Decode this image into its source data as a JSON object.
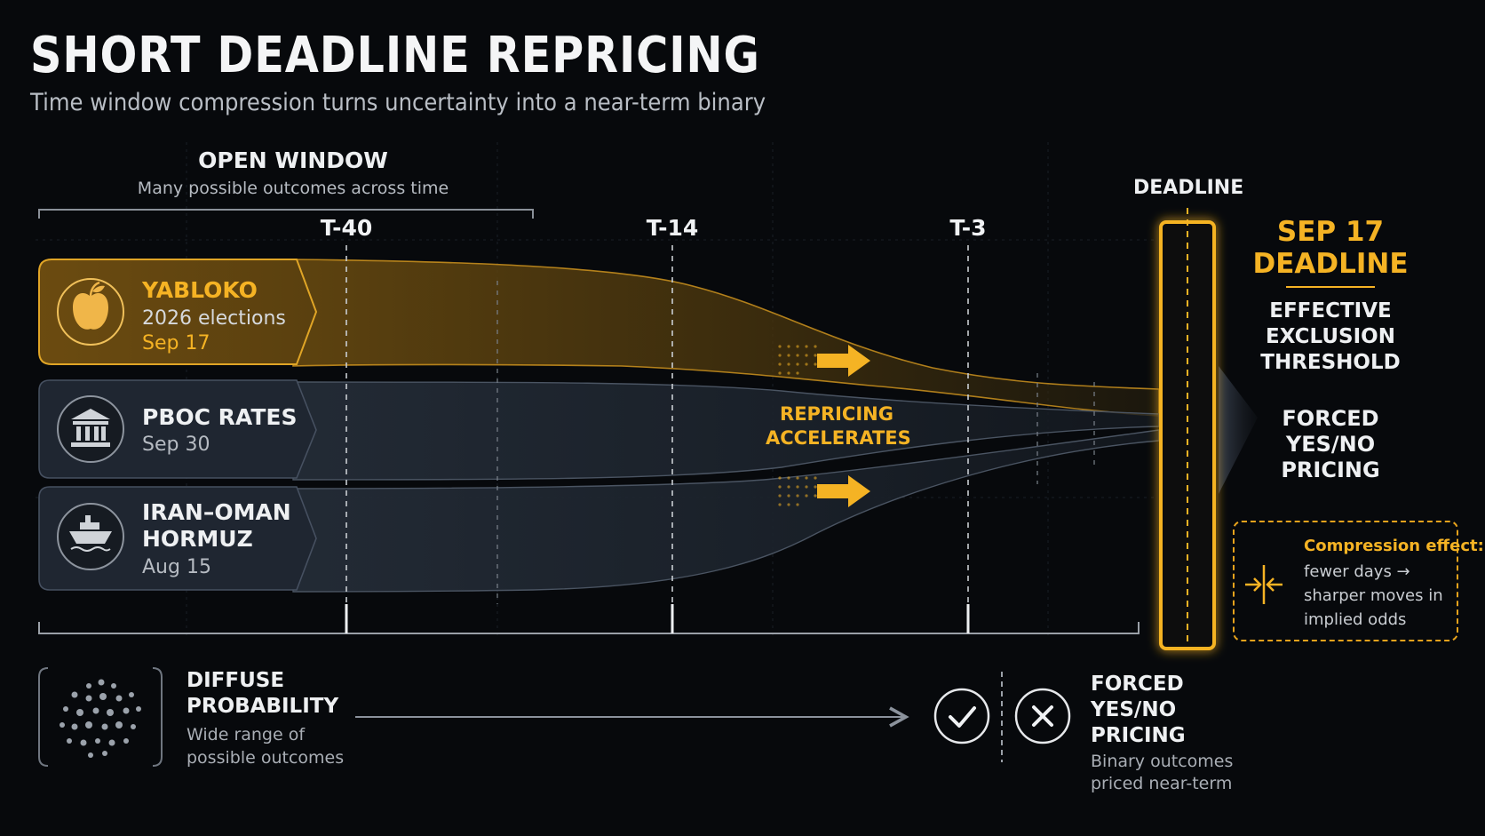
{
  "header": {
    "title": "SHORT DEADLINE REPRICING",
    "subtitle": "Time window compression turns uncertainty into a near-term binary"
  },
  "open_window": {
    "title": "OPEN WINDOW",
    "subtitle": "Many possible outcomes across time"
  },
  "timeline": {
    "ticks": [
      "T-40",
      "T-14",
      "T-3"
    ],
    "deadline_label": "DEADLINE"
  },
  "rows": [
    {
      "name": "YABLOKO",
      "detail": "2026 elections",
      "date": "Sep 17",
      "icon": "apple-icon",
      "highlight": true
    },
    {
      "name": "PBOC RATES",
      "date": "Sep 30",
      "icon": "bank-icon",
      "highlight": false
    },
    {
      "name_lines": [
        "IRAN–OMAN",
        "HORMUZ"
      ],
      "date": "Aug 15",
      "icon": "ship-icon",
      "highlight": false
    }
  ],
  "repricing": {
    "lines": [
      "REPRICING",
      "ACCELERATES"
    ]
  },
  "deadline_panel": {
    "title_lines": [
      "SEP 17",
      "DEADLINE"
    ],
    "subtitle_lines": [
      "EFFECTIVE",
      "EXCLUSION",
      "THRESHOLD"
    ],
    "forced_lines": [
      "FORCED",
      "YES/NO",
      "PRICING"
    ]
  },
  "compression": {
    "title": "Compression effect:",
    "text": "fewer days → sharper moves in implied odds"
  },
  "bottom": {
    "diffuse_title_lines": [
      "DIFFUSE",
      "PROBABILITY"
    ],
    "diffuse_sub": "Wide range of possible outcomes",
    "forced_title_lines": [
      "FORCED",
      "YES/NO",
      "PRICING"
    ],
    "forced_sub": "Binary outcomes priced near-term",
    "icons": [
      "check-icon",
      "cross-icon"
    ]
  },
  "colors": {
    "accent": "#f5b324",
    "background": "#07090c",
    "row_fill": "#1f2631",
    "row_stroke": "#4a5462"
  }
}
